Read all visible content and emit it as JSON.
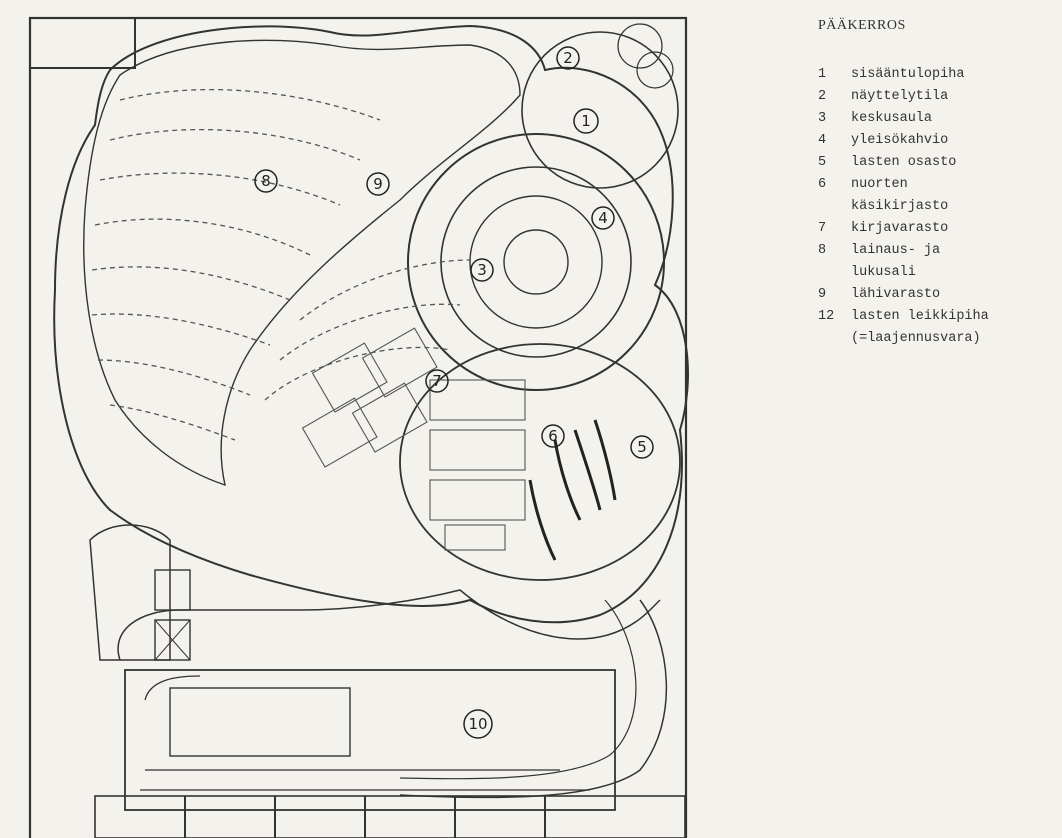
{
  "plan": {
    "markers": [
      {
        "id": "1",
        "label": "1"
      },
      {
        "id": "2",
        "label": "2"
      },
      {
        "id": "3",
        "label": "3"
      },
      {
        "id": "4",
        "label": "4"
      },
      {
        "id": "5",
        "label": "5"
      },
      {
        "id": "6",
        "label": "6"
      },
      {
        "id": "7",
        "label": "7"
      },
      {
        "id": "8",
        "label": "8"
      },
      {
        "id": "9",
        "label": "9"
      },
      {
        "id": "10",
        "label": "10"
      }
    ]
  },
  "legend": {
    "title": "PÄÄKERROS",
    "items": [
      {
        "num": "1",
        "lines": [
          "sisääntulopiha"
        ]
      },
      {
        "num": "2",
        "lines": [
          "näyttelytila"
        ]
      },
      {
        "num": "3",
        "lines": [
          "keskusaula"
        ]
      },
      {
        "num": "4",
        "lines": [
          "yleisökahvio"
        ]
      },
      {
        "num": "5",
        "lines": [
          "lasten osasto"
        ]
      },
      {
        "num": "6",
        "lines": [
          "nuorten",
          "käsikirjasto"
        ]
      },
      {
        "num": "7",
        "lines": [
          "kirjavarasto"
        ]
      },
      {
        "num": "8",
        "lines": [
          "lainaus- ja",
          "lukusali"
        ]
      },
      {
        "num": "9",
        "lines": [
          "lähivarasto"
        ]
      },
      {
        "num": "12",
        "lines": [
          "lasten leikkipiha",
          "(=laajennusvara)"
        ]
      }
    ]
  }
}
